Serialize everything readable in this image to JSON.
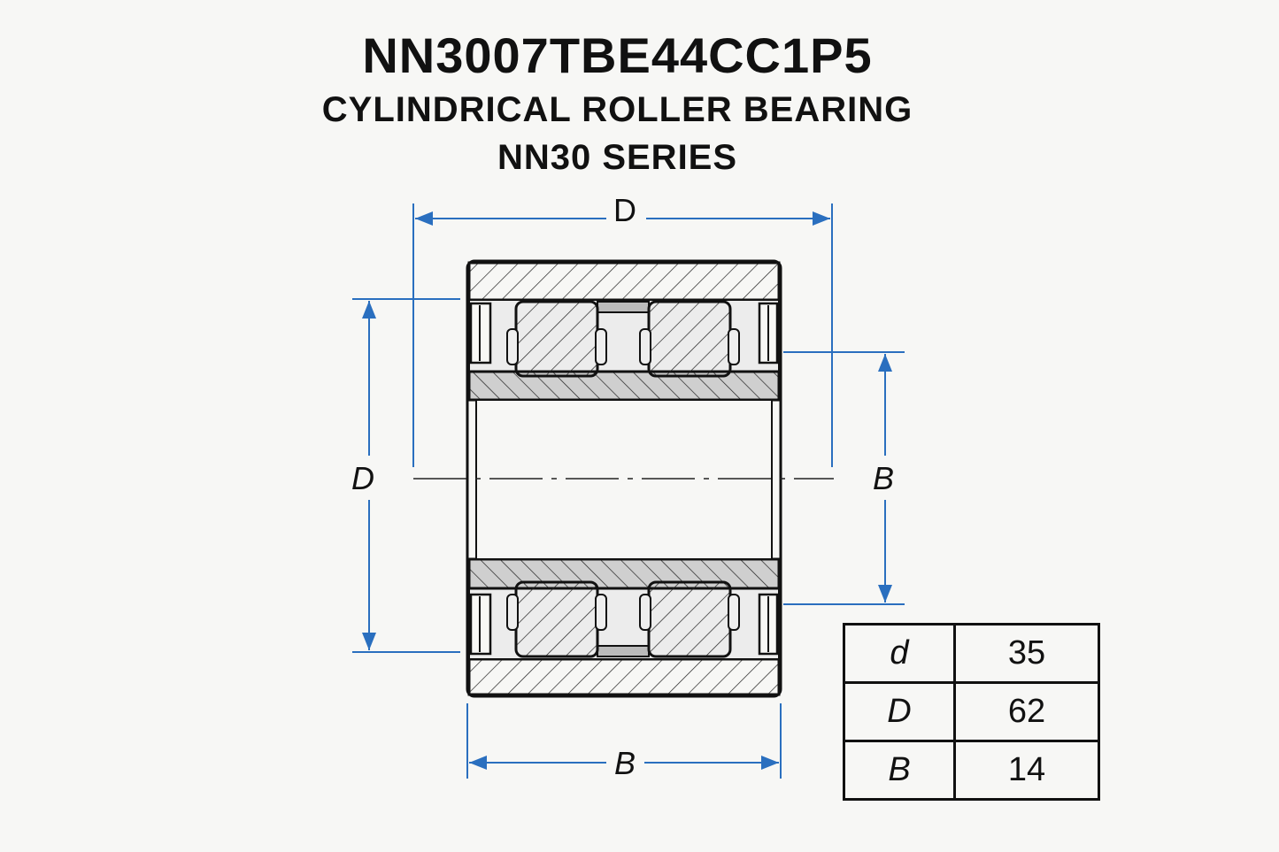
{
  "header": {
    "part_number": "NN3007TBE44CC1P5",
    "type": "CYLINDRICAL ROLLER BEARING",
    "series": "NN30 SERIES"
  },
  "drawing": {
    "dim_outer_top": "D",
    "dim_outer_left": "D",
    "dim_width_right": "B",
    "dim_width_bottom": "B",
    "line_color": "#2a6fbf"
  },
  "specs": {
    "rows": [
      {
        "label": "d",
        "value": "35"
      },
      {
        "label": "D",
        "value": "62"
      },
      {
        "label": "B",
        "value": "14"
      }
    ]
  }
}
